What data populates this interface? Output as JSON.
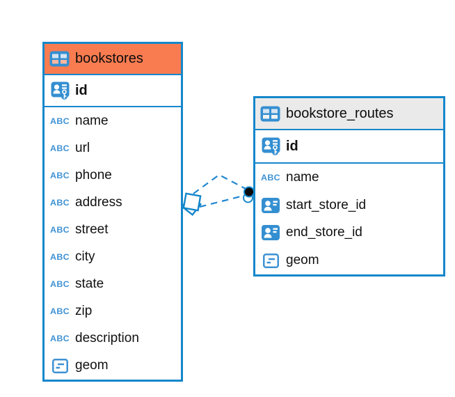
{
  "diagram": {
    "background": "#ffffff"
  },
  "colors": {
    "table_border_blue": "#1587CB",
    "bookstores_header_orange": "#F97C51",
    "routes_header_gray": "#EAEAEA",
    "relationship_line_blue": "#2187CE",
    "text": "#111111"
  },
  "icons": {
    "text_type_glyph": "ABC"
  },
  "tables": [
    {
      "name": "bookstores",
      "primary_key": {
        "label": "id"
      },
      "fields": [
        {
          "label": "name",
          "type": "text"
        },
        {
          "label": "url",
          "type": "text"
        },
        {
          "label": "phone",
          "type": "text"
        },
        {
          "label": "address",
          "type": "text"
        },
        {
          "label": "street",
          "type": "text"
        },
        {
          "label": "city",
          "type": "text"
        },
        {
          "label": "state",
          "type": "text"
        },
        {
          "label": "zip",
          "type": "text"
        },
        {
          "label": "description",
          "type": "text"
        },
        {
          "label": "geom",
          "type": "geometry"
        }
      ]
    },
    {
      "name": "bookstore_routes",
      "primary_key": {
        "label": "id"
      },
      "fields": [
        {
          "label": "name",
          "type": "text"
        },
        {
          "label": "start_store_id",
          "type": "reference"
        },
        {
          "label": "end_store_id",
          "type": "reference"
        },
        {
          "label": "geom",
          "type": "geometry"
        }
      ]
    }
  ],
  "relationships": [
    {
      "from_table": "bookstores",
      "to_table": "bookstore_routes",
      "line_style": "dashed"
    },
    {
      "from_table": "bookstores",
      "to_table": "bookstore_routes",
      "line_style": "dashed"
    }
  ]
}
